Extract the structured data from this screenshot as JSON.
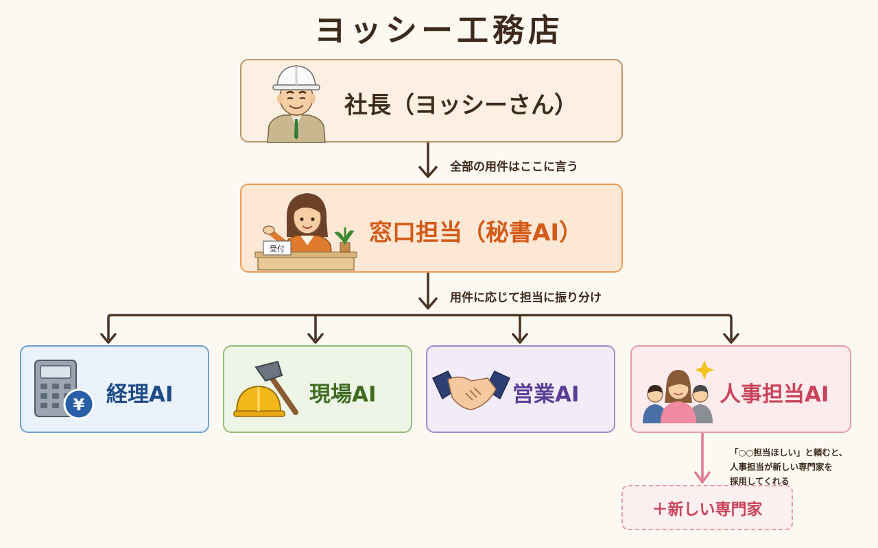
{
  "title": "ヨッシー工務店",
  "president": {
    "label": "社長（ヨッシーさん）"
  },
  "arrow1_text": "全部の用件はここに言う",
  "secretary": {
    "label": "窓口担当（秘書AI）",
    "desk_sign": "受付"
  },
  "arrow2_text": "用件に応じて担当に振り分け",
  "departments": [
    {
      "label": "経理AI",
      "icon": "calculator-yen-icon"
    },
    {
      "label": "現場AI",
      "icon": "hardhat-hammer-icon"
    },
    {
      "label": "営業AI",
      "icon": "handshake-icon"
    },
    {
      "label": "人事担当AI",
      "icon": "people-icon"
    }
  ],
  "hr_note": [
    "「○○担当ほしい」と頼むと、",
    "人事担当が新しい専門家を",
    "採用してくれる"
  ],
  "new_expert": "＋新しい専門家",
  "colors": {
    "arrow": "#4a3322",
    "accounting": "#1e4b86",
    "site": "#3f6b22",
    "sales": "#5b3d96",
    "hr": "#c9445a",
    "secretary": "#d35a18"
  }
}
